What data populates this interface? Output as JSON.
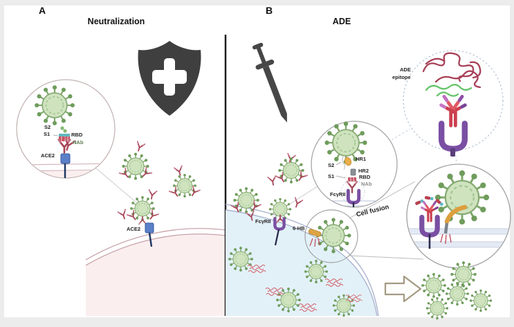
{
  "panel_a": {
    "label": "A",
    "title": "Neutralization",
    "labels": {
      "s2": "S2",
      "s1": "S1",
      "rbd": "RBD",
      "nab": "NAb",
      "ace2": "ACE2",
      "ace2_membrane": "ACE2"
    }
  },
  "panel_b": {
    "label": "B",
    "title": "ADE",
    "labels": {
      "ade_epitope_line1": "ADE",
      "ade_epitope_line2": "epitope",
      "hr1": "HR1",
      "s2": "S2",
      "hr2": "HR2",
      "s1": "S1",
      "rbd": "RBD",
      "nab": "NAb",
      "fcgrii": "FcγRII",
      "fcgrii_membrane": "FcγRII",
      "six_hb": "6-HB",
      "cell_fusion": "Cell fusion"
    }
  },
  "icons": {
    "shield": "protection-shield-cross-icon",
    "sword": "attack-sword-icon",
    "arrow": "virus-release-arrow-icon"
  },
  "colors": {
    "virus_core_green": "#cfe3bf",
    "virus_spike_green": "#7fa86b",
    "antibody_red": "#a64456",
    "receptor_purple": "#7a4fa3",
    "ace2_blue": "#5b80c8",
    "membrane_pink": "#c8a4aa",
    "cell_pink": "#fbeeee",
    "membrane_blue": "#aab4cf",
    "cell_blue": "#e2f1f8",
    "icon_gray": "#3f3f3f",
    "hr1_orange": "#e9ad49",
    "rna_red": "#d4606a",
    "epitope_green": "#66c46a",
    "tangle_maroon": "#a84058"
  }
}
